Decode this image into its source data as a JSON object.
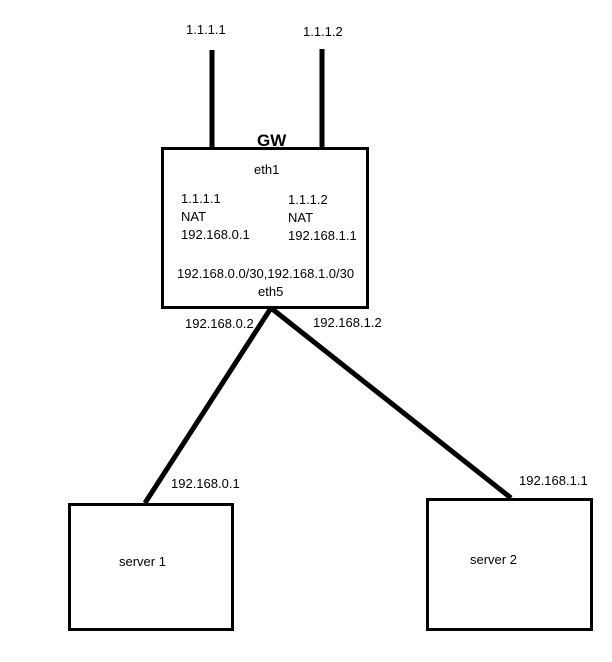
{
  "diagram": {
    "uplinks": {
      "left_ip": "1.1.1.1",
      "right_ip": "1.1.1.2"
    },
    "gateway": {
      "title": "GW",
      "top_interface": "eth1",
      "left_block": [
        "1.1.1.1",
        "NAT",
        "192.168.0.1"
      ],
      "right_block": [
        "1.1.1.2",
        "NAT",
        "192.168.1.1"
      ],
      "subnets": "192.168.0.0/30,192.168.1.0/30",
      "bottom_interface": "eth5"
    },
    "links": {
      "left_gw_ip": "192.168.0.2",
      "right_gw_ip": "192.168.1.2",
      "server1_ip": "192.168.0.1",
      "server2_ip": "192.168.1.1"
    },
    "servers": {
      "server1": "server 1",
      "server2": "server 2"
    },
    "colors": {
      "stroke": "#000000",
      "background": "#ffffff"
    }
  }
}
